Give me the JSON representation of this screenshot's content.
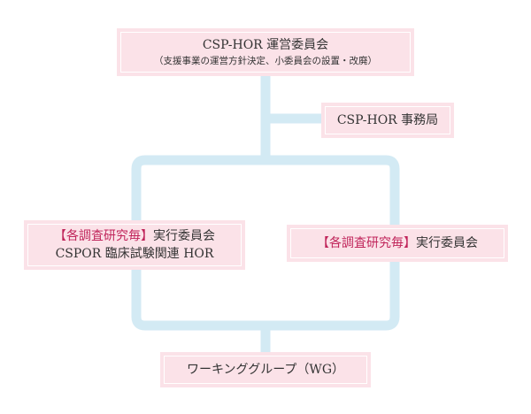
{
  "colors": {
    "box_fill": "#fbe2e8",
    "box_border": "#ffffff",
    "connector": "#d3eaf4",
    "accent_text": "#c0245a",
    "body_text": "#333333"
  },
  "top_box": {
    "title": "CSP-HOR 運営委員会",
    "subtitle": "（支援事業の運営方針決定、小委員会の設置・改廃）"
  },
  "office_box": {
    "label": "CSP-HOR 事務局"
  },
  "left_box": {
    "line1_bracket": "【各調査研究毎】",
    "line1_rest": "実行委員会",
    "line2": "CSPOR 臨床試験関連 HOR"
  },
  "right_box": {
    "bracket": "【各調査研究毎】",
    "rest": "実行委員会"
  },
  "bottom_box": {
    "label": "ワーキンググループ（WG）"
  }
}
